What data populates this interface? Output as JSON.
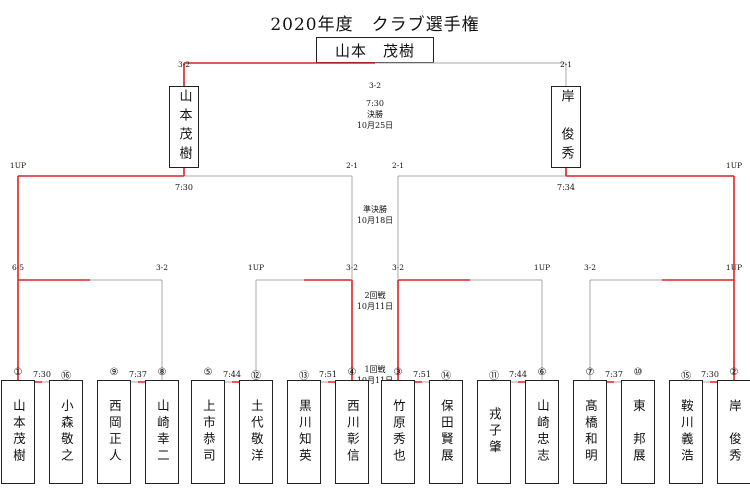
{
  "title": "2020年度　クラブ選手権",
  "champion": "山本　茂樹",
  "finalists": [
    {
      "name": "山本茂樹",
      "side": "left"
    },
    {
      "name": "岸　俊秀",
      "side": "right"
    }
  ],
  "players": [
    {
      "seed": "①",
      "name": "山本茂樹",
      "winner": true
    },
    {
      "seed": "⑯",
      "name": "小森敬之",
      "winner": false
    },
    {
      "seed": "⑨",
      "name": "西岡正人",
      "winner": false
    },
    {
      "seed": "⑧",
      "name": "山崎幸二",
      "winner": true
    },
    {
      "seed": "⑤",
      "name": "上市恭司",
      "winner": false
    },
    {
      "seed": "⑫",
      "name": "土代敬洋",
      "winner": true
    },
    {
      "seed": "⑬",
      "name": "黒川知英",
      "winner": false
    },
    {
      "seed": "④",
      "name": "西川彰信",
      "winner": true
    },
    {
      "seed": "③",
      "name": "竹原秀也",
      "winner": true
    },
    {
      "seed": "⑭",
      "name": "保田賢展",
      "winner": false
    },
    {
      "seed": "⑪",
      "name": "戎子肇",
      "winner": false
    },
    {
      "seed": "⑥",
      "name": "山崎忠志",
      "winner": true
    },
    {
      "seed": "⑦",
      "name": "髙橋和明",
      "winner": true
    },
    {
      "seed": "⑩",
      "name": "東　邦展",
      "winner": false
    },
    {
      "seed": "⑮",
      "name": "鞍川義浩",
      "winner": false
    },
    {
      "seed": "②",
      "name": "岸　俊秀",
      "winner": true
    }
  ],
  "round1": {
    "label": "1回戦",
    "date": "10月11日",
    "times": [
      "7:30",
      "7:37",
      "7:44",
      "7:51",
      "7:51",
      "7:44",
      "7:37",
      "7:30"
    ]
  },
  "round2": {
    "label": "2回戦",
    "date": "10月11日",
    "scores": [
      [
        "6-5",
        "3-2"
      ],
      [
        "1UP",
        "3-2"
      ],
      [
        "3-2",
        "1UP"
      ],
      [
        "3-2",
        "1UP"
      ]
    ],
    "winner_sides": [
      "left",
      "right",
      "left",
      "right"
    ]
  },
  "semifinal": {
    "label": "準決勝",
    "date": "10月18日",
    "times": [
      "7:30",
      "7:34"
    ],
    "scores": [
      [
        "1UP",
        "2-1"
      ],
      [
        "2-1",
        "1UP"
      ]
    ],
    "winner_sides": [
      "left",
      "right"
    ]
  },
  "final": {
    "label": "決勝",
    "time": "7:30",
    "date": "10月25日",
    "score_center": "3-2",
    "scores": [
      "3-2",
      "2-1"
    ],
    "winner_side": "left"
  },
  "colors": {
    "win_line": "#e02020",
    "lose_line": "#aaaaaa",
    "box_border": "#222222"
  }
}
